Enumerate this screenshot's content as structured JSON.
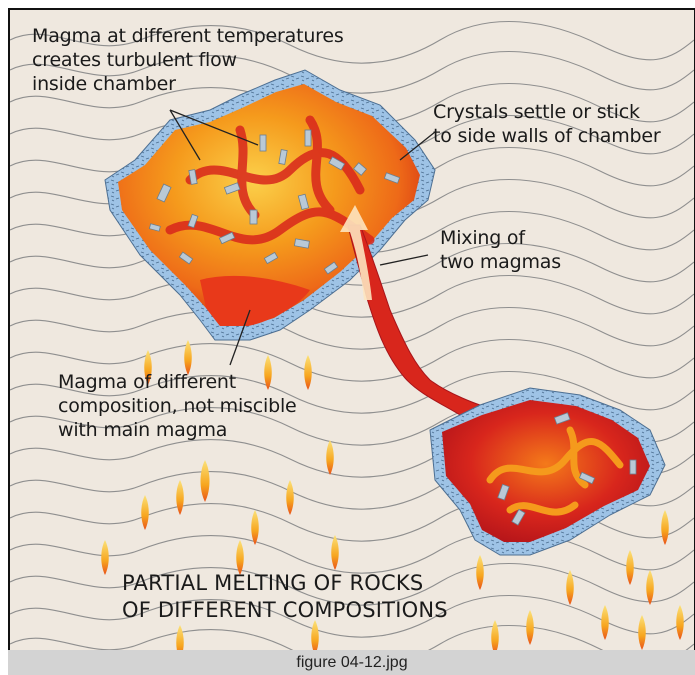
{
  "diagram": {
    "label_turbulent": "Magma at different temperatures\ncreates turbulent flow\ninside chamber",
    "label_crystals": "Crystals settle or stick\nto side walls of chamber",
    "label_mixing": "Mixing of\ntwo magmas",
    "label_immiscible": "Magma of different\ncomposition, not miscible\nwith main magma",
    "label_partial_melting": "PARTIAL MELTING OF ROCKS\nOF DIFFERENT COMPOSITIONS",
    "colors": {
      "background": "#efe8df",
      "rock_lines": "#8f8f8f",
      "chamber_rim": "#9ec3e6",
      "magma_orange": "#f59a1c",
      "magma_red": "#d61f1f",
      "magma_yellow": "#fbd04a",
      "crystal": "#b9c9d6"
    }
  },
  "caption": {
    "filename": "figure 04-12.jpg"
  }
}
